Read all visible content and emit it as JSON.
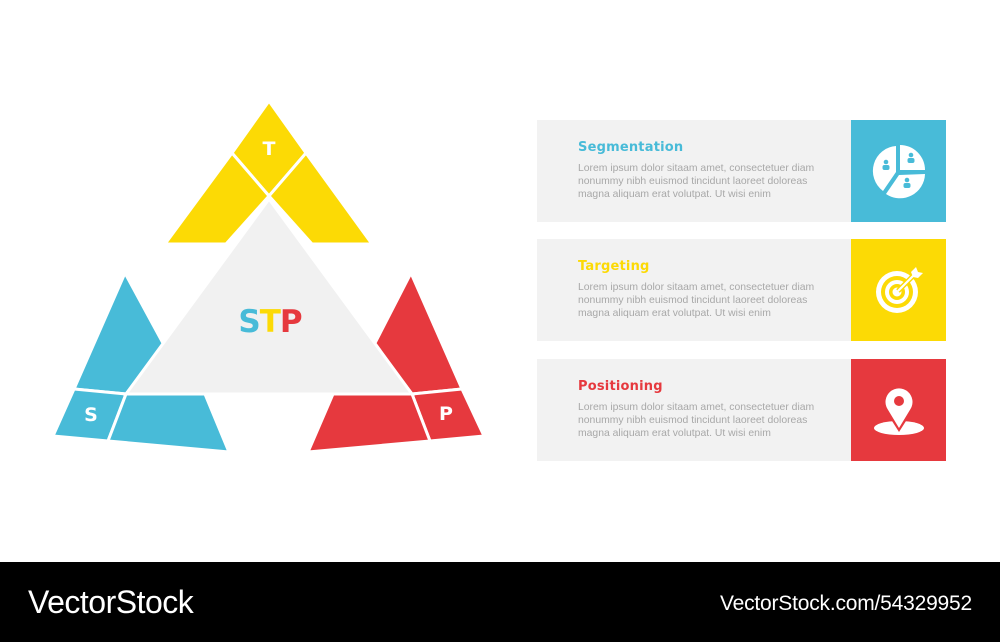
{
  "colors": {
    "segmentation": "#48bbd8",
    "targeting": "#fcda05",
    "positioning": "#e6393e",
    "center": "#f1f1f1",
    "card_bg": "#f2f2f2",
    "body_text": "#a8a8a8",
    "footer_bg": "#000000"
  },
  "diagram": {
    "center_label": {
      "s": "S",
      "t": "T",
      "p": "P"
    },
    "pieces": {
      "segmentation_letter": "S",
      "targeting_letter": "T",
      "positioning_letter": "P"
    }
  },
  "cards": [
    {
      "title": "Segmentation",
      "body_lines": [
        "Lorem ipsum dolor sitaam amet, consectetuer diam",
        "nonummy  nibh euismod tincidunt laoreet doloreas",
        "magna aliquam erat volutpat. Ut wisi enim"
      ],
      "icon": "pie-chart-people-icon"
    },
    {
      "title": "Targeting",
      "body_lines": [
        "Lorem ipsum dolor sitaam amet, consectetuer diam",
        "nonummy  nibh euismod tincidunt laoreet doloreas",
        "magna aliquam erat volutpat. Ut wisi enim"
      ],
      "icon": "target-arrow-icon"
    },
    {
      "title": "Positioning",
      "body_lines": [
        "Lorem ipsum dolor sitaam amet, consectetuer diam",
        "nonummy  nibh euismod tincidunt laoreet doloreas",
        "magna aliquam erat volutpat. Ut wisi enim"
      ],
      "icon": "location-pin-icon"
    }
  ],
  "footer": {
    "brand": "VectorStock",
    "ref": "VectorStock.com/54329952"
  }
}
